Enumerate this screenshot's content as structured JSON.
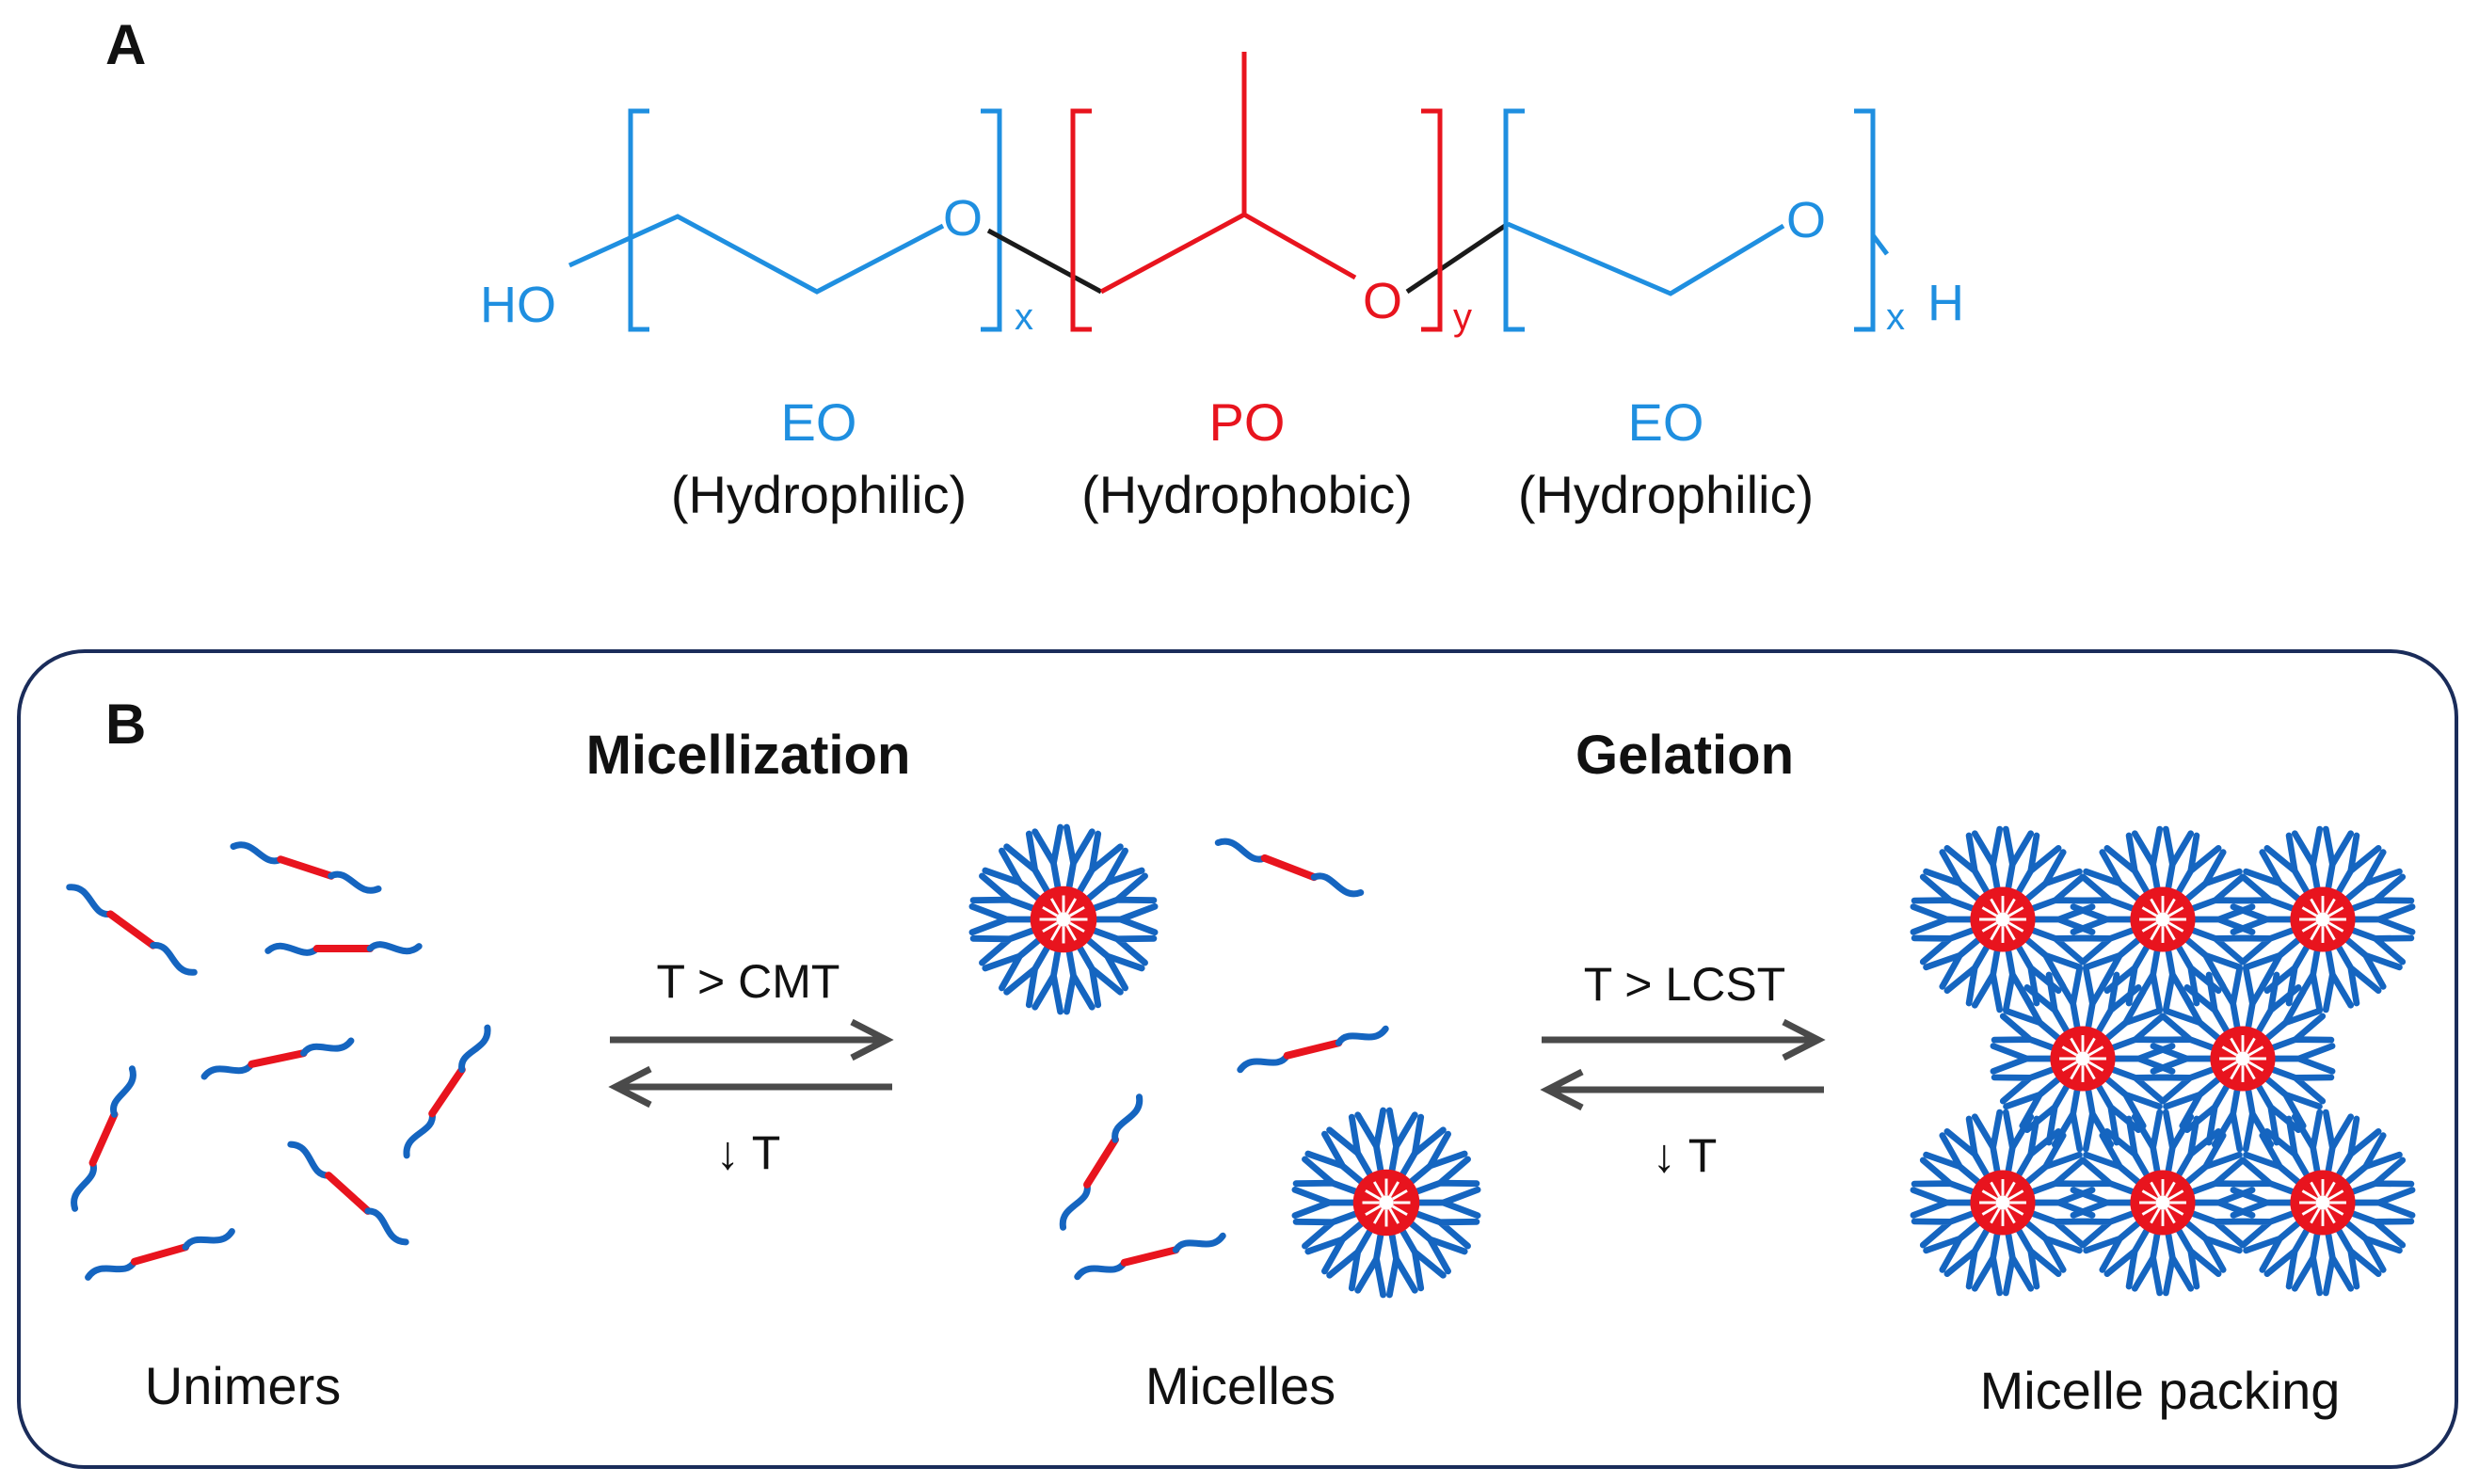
{
  "panel_a": {
    "letter": "A",
    "chem": {
      "ho": "HO",
      "o1": "O",
      "o2": "O",
      "o3": "O",
      "x1": "x",
      "y": "y",
      "x2": "x",
      "h": "H"
    },
    "blocks": [
      {
        "name": "EO",
        "desc": "(Hydrophilic)"
      },
      {
        "name": "PO",
        "desc": "(Hydrophobic)"
      },
      {
        "name": "EO",
        "desc": "(Hydrophilic)"
      }
    ]
  },
  "panel_b": {
    "letter": "B",
    "micellization": {
      "title": "Micellization",
      "forward": "T > CMT",
      "reverse": "↓ T"
    },
    "gelation": {
      "title": "Gelation",
      "forward": "T > LCST",
      "reverse": "↓ T"
    },
    "states": [
      "Unimers",
      "Micelles",
      "Micelle packing"
    ]
  },
  "colors": {
    "hydrophilic": "#1f8fe0",
    "hydrophobic": "#e8141e",
    "chain_blue": "#1565c0",
    "link": "#1a1a1a",
    "frame": "#1a2c5a",
    "arrow": "#4a4a4a"
  }
}
